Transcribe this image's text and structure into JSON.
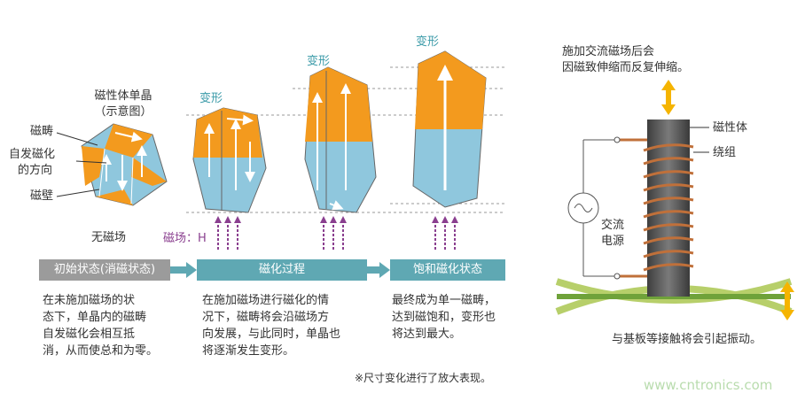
{
  "crystal_label": [
    "磁性体单晶",
    "（示意图）"
  ],
  "deform_label": "变形",
  "left_labels": {
    "domain": "磁畴",
    "spontaneous": [
      "自发磁化",
      "的方向"
    ],
    "wall": "磁壁"
  },
  "no_field": "无磁场",
  "field_label": "磁场：H",
  "steps": {
    "initial": "初始状态(消磁状态)",
    "process": "磁化过程",
    "saturation": "饱和磁化状态"
  },
  "descriptions": {
    "initial": "在未施加磁场的状\n态下，单晶内的磁畴\n自发磁化会相互抵\n消，从而使总和为零。",
    "process": "在施加磁场进行磁化的情\n况下，磁畴将会沿磁场方\n向发展，与此同时，单晶也\n将逐渐发生变形。",
    "saturation": "最终成为单一磁畴，\n达到磁饱和，变形也\n将达到最大。"
  },
  "note": "※尺寸变化进行了放大表现。",
  "right": {
    "top_text": [
      "施加交流磁场后会",
      "因磁致伸缩而反复伸缩。"
    ],
    "magnetic_body": "磁性体",
    "winding": "绕组",
    "ac_power": [
      "交流",
      "电源"
    ],
    "bottom_text": "与基板等接触将会引起振动。"
  },
  "watermark": "www.cntronics.com",
  "colors": {
    "orange": "#f39a1e",
    "blue": "#8fc7dd",
    "teal": "#5fa8b3",
    "gray": "#9b9b9b",
    "purple": "#8a3f8f",
    "coil": "#c0703a"
  }
}
